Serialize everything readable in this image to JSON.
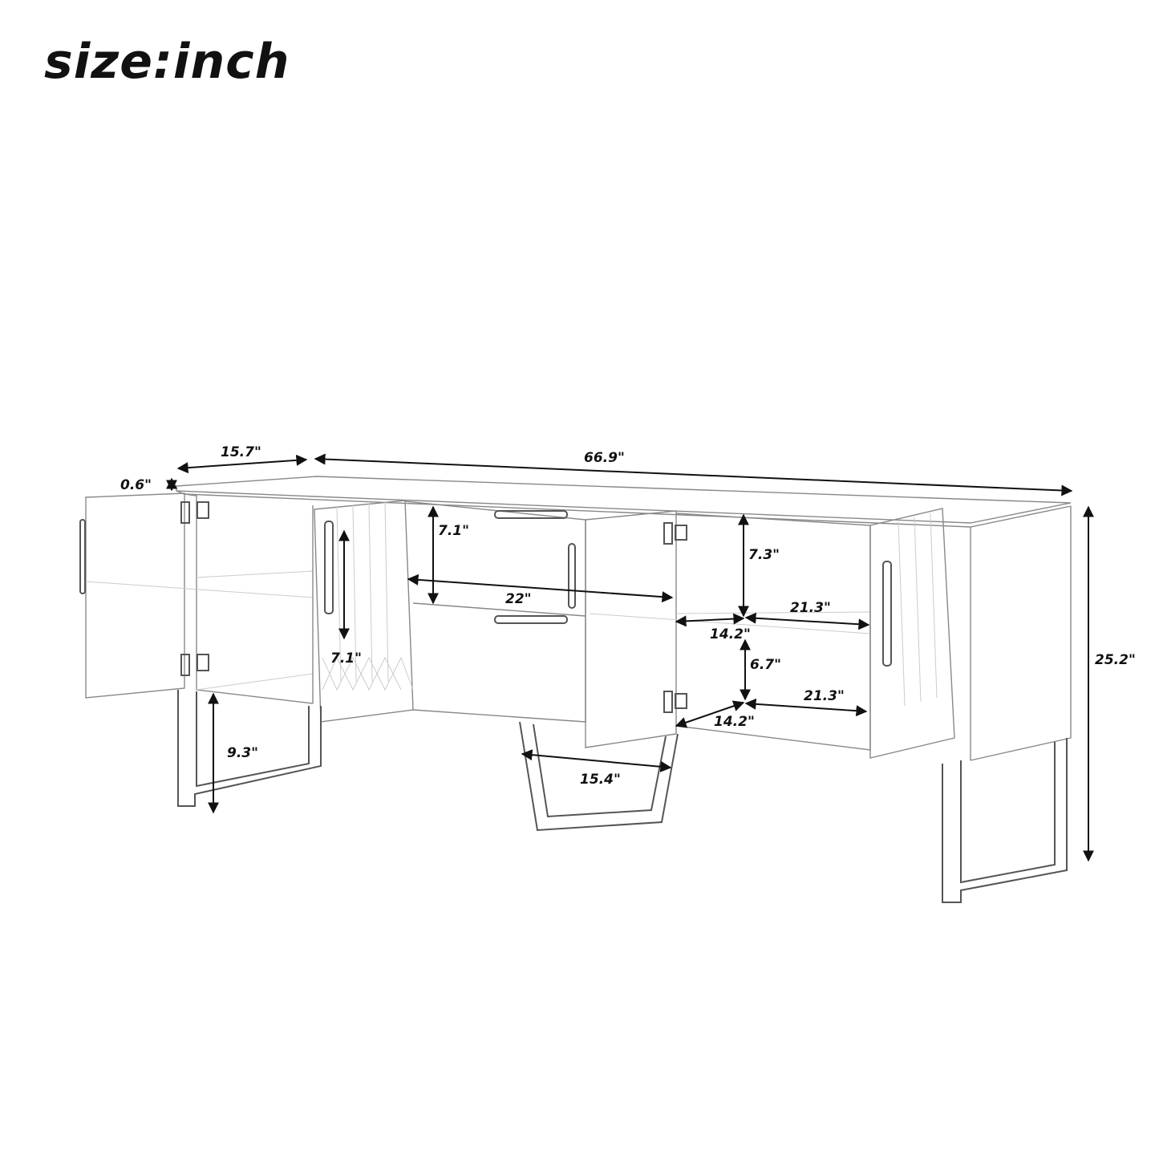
{
  "title": "size:inch",
  "dimensions": {
    "depth_door": "15.7\"",
    "width": "66.9\"",
    "top_thickness": "0.6\"",
    "drawer_top_height": "7.1\"",
    "door_compartment_height": "7.1\"",
    "drawer_width": "22\"",
    "right_upper_height": "7.3\"",
    "right_upper_width": "21.3\"",
    "right_upper_depth": "14.2\"",
    "right_lower_height": "6.7\"",
    "right_lower_width": "21.3\"",
    "right_lower_depth": "14.2\"",
    "total_height": "25.2\"",
    "leg_height": "9.3\"",
    "leg_width": "15.4\""
  }
}
